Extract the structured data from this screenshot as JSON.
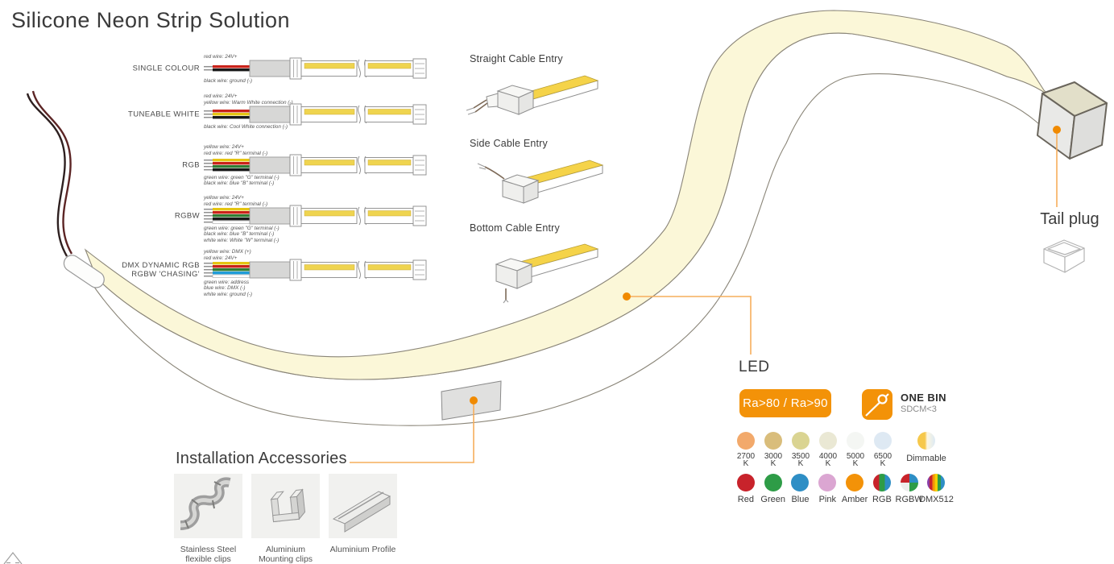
{
  "title": "Silicone Neon Strip Solution",
  "palette": {
    "accent_orange": "#F39208",
    "leader_orange": "#F6AE5C",
    "strip_yellow": "#FBF7D8",
    "wire_stripe_yellow": "#EFD44F"
  },
  "strip_variants": [
    {
      "label": "SINGLE COLOUR",
      "top_labels": [
        "red wire: 24V+"
      ],
      "bottom_labels": [
        "black wire: ground (-)"
      ],
      "wire_colors": [
        "#C9231A",
        "#191919"
      ]
    },
    {
      "label": "TUNEABLE WHITE",
      "top_labels": [
        "red wire: 24V+",
        "yellow wire: Warm White connection (-)"
      ],
      "bottom_labels": [
        "black wire: Cool White connection (-)"
      ],
      "wire_colors": [
        "#C9231A",
        "#E5C513",
        "#191919"
      ]
    },
    {
      "label": "RGB",
      "top_labels": [
        "yellow wire: 24V+",
        "red wire: red \"R\" terminal (-)"
      ],
      "bottom_labels": [
        "green wire: green \"G\" terminal (-)",
        "black wire: blue \"B\" terminal (-)"
      ],
      "wire_colors": [
        "#E5C513",
        "#C9231A",
        "#2F7D33",
        "#191919"
      ]
    },
    {
      "label": "RGBW",
      "top_labels": [
        "yellow wire: 24V+",
        "red wire: red \"R\" terminal (-)"
      ],
      "bottom_labels": [
        "green wire: green \"G\" terminal (-)",
        "black wire: blue \"B\" terminal (-)",
        "white wire: White \"W\" terminal (-)"
      ],
      "wire_colors": [
        "#E5C513",
        "#C9231A",
        "#2F7D33",
        "#191919",
        "#FFFFFF"
      ]
    },
    {
      "label": "DMX DYNAMIC RGB\nRGBW 'CHASING'",
      "top_labels": [
        "yellow wire: DMX (+)",
        "red wire: 24V+"
      ],
      "bottom_labels": [
        "green wire: address",
        "blue wire: DMX (-)",
        "white wire: ground (-)"
      ],
      "wire_colors": [
        "#E5C513",
        "#C9231A",
        "#2F7D33",
        "#1F9CD8",
        "#FFFFFF"
      ]
    }
  ],
  "cable_entries": [
    {
      "label": "Straight Cable Entry"
    },
    {
      "label": "Side Cable Entry"
    },
    {
      "label": "Bottom Cable Entry"
    }
  ],
  "tail_plug": {
    "label": "Tail plug"
  },
  "led": {
    "heading": "LED",
    "ra_badge": "Ra>80 / Ra>90",
    "one_bin": {
      "title": "ONE BIN",
      "subtitle": "SDCM<3"
    },
    "cct": [
      {
        "label": "2700\nK",
        "color": "#F2A96B"
      },
      {
        "label": "3000\nK",
        "color": "#D9BD7B"
      },
      {
        "label": "3500\nK",
        "color": "#DAD492"
      },
      {
        "label": "4000\nK",
        "color": "#EAE8D4"
      },
      {
        "label": "5000\nK",
        "color": "#F4F6F3"
      },
      {
        "label": "6500\nK",
        "color": "#DEE9F3"
      },
      {
        "label": "Dimmable",
        "type": "dimmable"
      }
    ],
    "colors": [
      {
        "label": "Red",
        "color": "#C8232B"
      },
      {
        "label": "Green",
        "color": "#2E9C47"
      },
      {
        "label": "Blue",
        "color": "#2E8EC5"
      },
      {
        "label": "Pink",
        "color": "#DBA6D2"
      },
      {
        "label": "Amber",
        "color": "#F39208"
      },
      {
        "label": "RGB",
        "type": "rgb"
      },
      {
        "label": "RGBW",
        "type": "rgbw"
      },
      {
        "label": "DMX512",
        "type": "dmx"
      }
    ]
  },
  "accessories": {
    "heading": "Installation Accessories",
    "items": [
      {
        "label": "Stainless Steel\nflexible clips"
      },
      {
        "label": "Aluminium\nMounting clips"
      },
      {
        "label": "Aluminium Profile"
      }
    ]
  }
}
